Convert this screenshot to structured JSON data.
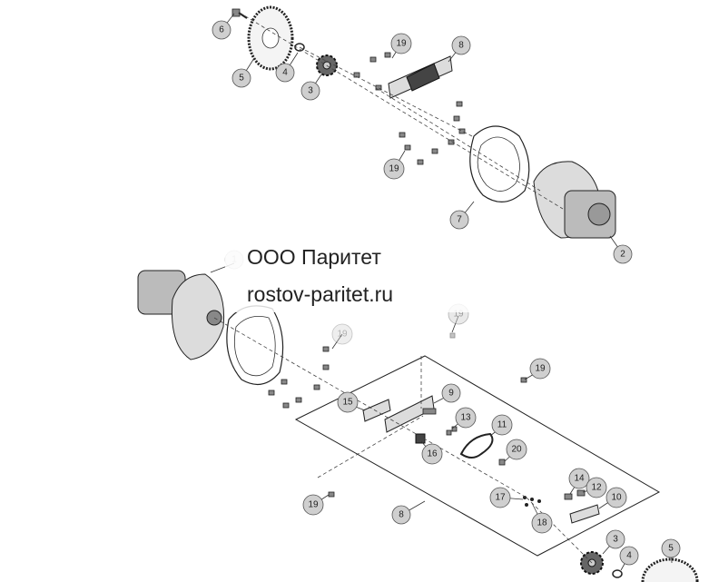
{
  "watermark": {
    "company": "ООО Паритет",
    "site": "rostov-paritet.ru"
  },
  "callouts": [
    {
      "id": "c-6-top",
      "label": "6",
      "faded": false
    },
    {
      "id": "c-5-top",
      "label": "5",
      "faded": false
    },
    {
      "id": "c-4-top",
      "label": "4",
      "faded": false
    },
    {
      "id": "c-3-top",
      "label": "3",
      "faded": false
    },
    {
      "id": "c-19-a",
      "label": "19",
      "faded": false
    },
    {
      "id": "c-8-top",
      "label": "8",
      "faded": false
    },
    {
      "id": "c-19-b",
      "label": "19",
      "faded": false
    },
    {
      "id": "c-7",
      "label": "7",
      "faded": false
    },
    {
      "id": "c-2",
      "label": "2",
      "faded": false
    },
    {
      "id": "c-1",
      "label": "1",
      "faded": true
    },
    {
      "id": "c-19-c",
      "label": "19",
      "faded": true
    },
    {
      "id": "c-19-d",
      "label": "19",
      "faded": true
    },
    {
      "id": "c-19-e",
      "label": "19",
      "faded": false
    },
    {
      "id": "c-15",
      "label": "15",
      "faded": false
    },
    {
      "id": "c-9",
      "label": "9",
      "faded": false
    },
    {
      "id": "c-13",
      "label": "13",
      "faded": false
    },
    {
      "id": "c-11",
      "label": "11",
      "faded": false
    },
    {
      "id": "c-16",
      "label": "16",
      "faded": false
    },
    {
      "id": "c-20",
      "label": "20",
      "faded": false
    },
    {
      "id": "c-14",
      "label": "14",
      "faded": false
    },
    {
      "id": "c-12",
      "label": "12",
      "faded": false
    },
    {
      "id": "c-10",
      "label": "10",
      "faded": false
    },
    {
      "id": "c-17",
      "label": "17",
      "faded": false
    },
    {
      "id": "c-18",
      "label": "18",
      "faded": false
    },
    {
      "id": "c-19-f",
      "label": "19",
      "faded": false
    },
    {
      "id": "c-8-bottom",
      "label": "8",
      "faded": false
    },
    {
      "id": "c-3-bottom",
      "label": "3",
      "faded": false
    },
    {
      "id": "c-4-bottom",
      "label": "4",
      "faded": false
    },
    {
      "id": "c-5-bottom",
      "label": "5",
      "faded": false
    }
  ]
}
